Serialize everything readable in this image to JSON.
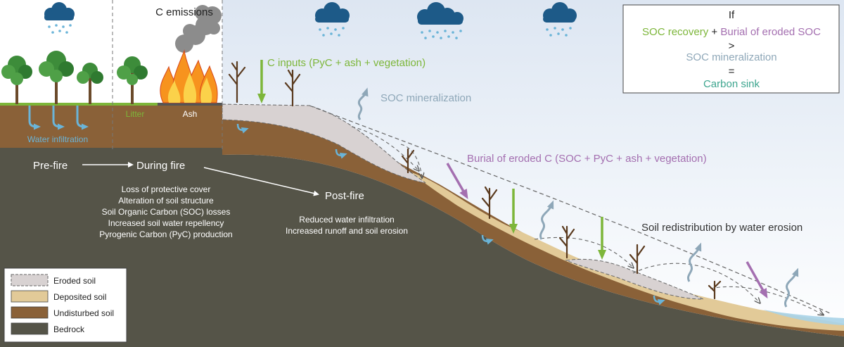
{
  "labels": {
    "c_emissions": "C emissions",
    "litter": "Litter",
    "ash": "Ash",
    "water_infiltration": "Water infiltration",
    "c_inputs": "C inputs (PyC + ash + vegetation)",
    "soc_mineralization": "SOC mineralization",
    "burial": "Burial of eroded C (SOC + PyC + ash + vegetation)",
    "redistribution": "Soil redistribution by water erosion"
  },
  "stages": {
    "pre_fire": "Pre-fire",
    "during_fire": "During fire",
    "post_fire": "Post-fire"
  },
  "fire_effects": [
    "Loss of protective cover",
    "Alteration of soil structure",
    "Soil Organic Carbon (SOC) losses",
    "Increased soil water repellency",
    "Pyrogenic Carbon (PyC) production"
  ],
  "post_fire_effects": [
    "Reduced water infiltration",
    "Increased runoff and soil erosion"
  ],
  "condition_box": {
    "if": "If",
    "recovery": "SOC recovery",
    "plus": " + ",
    "burial": "Burial of eroded SOC",
    "greater": ">",
    "mineralization": "SOC mineralization",
    "equals": "=",
    "result": "Carbon sink"
  },
  "legend": [
    {
      "label": "Eroded soil",
      "color": "#d8d2d2",
      "dashed": true
    },
    {
      "label": "Deposited soil",
      "color": "#e2ca98",
      "dashed": false
    },
    {
      "label": "Undisturbed soil",
      "color": "#8a6138",
      "dashed": false
    },
    {
      "label": "Bedrock",
      "color": "#555448",
      "dashed": false
    }
  ],
  "colors": {
    "green": "#7db63a",
    "purple": "#a46fb0",
    "blue_grey": "#8ea7b8",
    "teal": "#3da58e",
    "water": "#6ab4d8",
    "cloud": "#1d5a88"
  }
}
